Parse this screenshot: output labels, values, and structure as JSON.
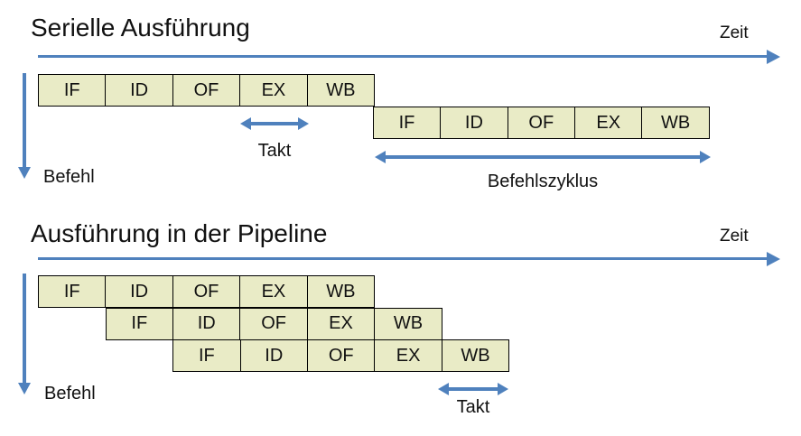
{
  "colors": {
    "box_fill": "#E9EBC6",
    "box_border": "#000000",
    "arrow_blue": "#4F81BD",
    "text": "#111111"
  },
  "section1": {
    "title": "Serielle Ausführung",
    "zeit_label": "Zeit",
    "befehl_label": "Befehl",
    "takt_label": "Takt",
    "befehlszyklus_label": "Befehlszyklus",
    "row1": [
      "IF",
      "ID",
      "OF",
      "EX",
      "WB"
    ],
    "row2": [
      "IF",
      "ID",
      "OF",
      "EX",
      "WB"
    ]
  },
  "section2": {
    "title": "Ausführung in der Pipeline",
    "zeit_label": "Zeit",
    "befehl_label": "Befehl",
    "takt_label": "Takt",
    "row1": [
      "IF",
      "ID",
      "OF",
      "EX",
      "WB"
    ],
    "row2": [
      "IF",
      "ID",
      "OF",
      "EX",
      "WB"
    ],
    "row3": [
      "IF",
      "ID",
      "OF",
      "EX",
      "WB"
    ]
  }
}
